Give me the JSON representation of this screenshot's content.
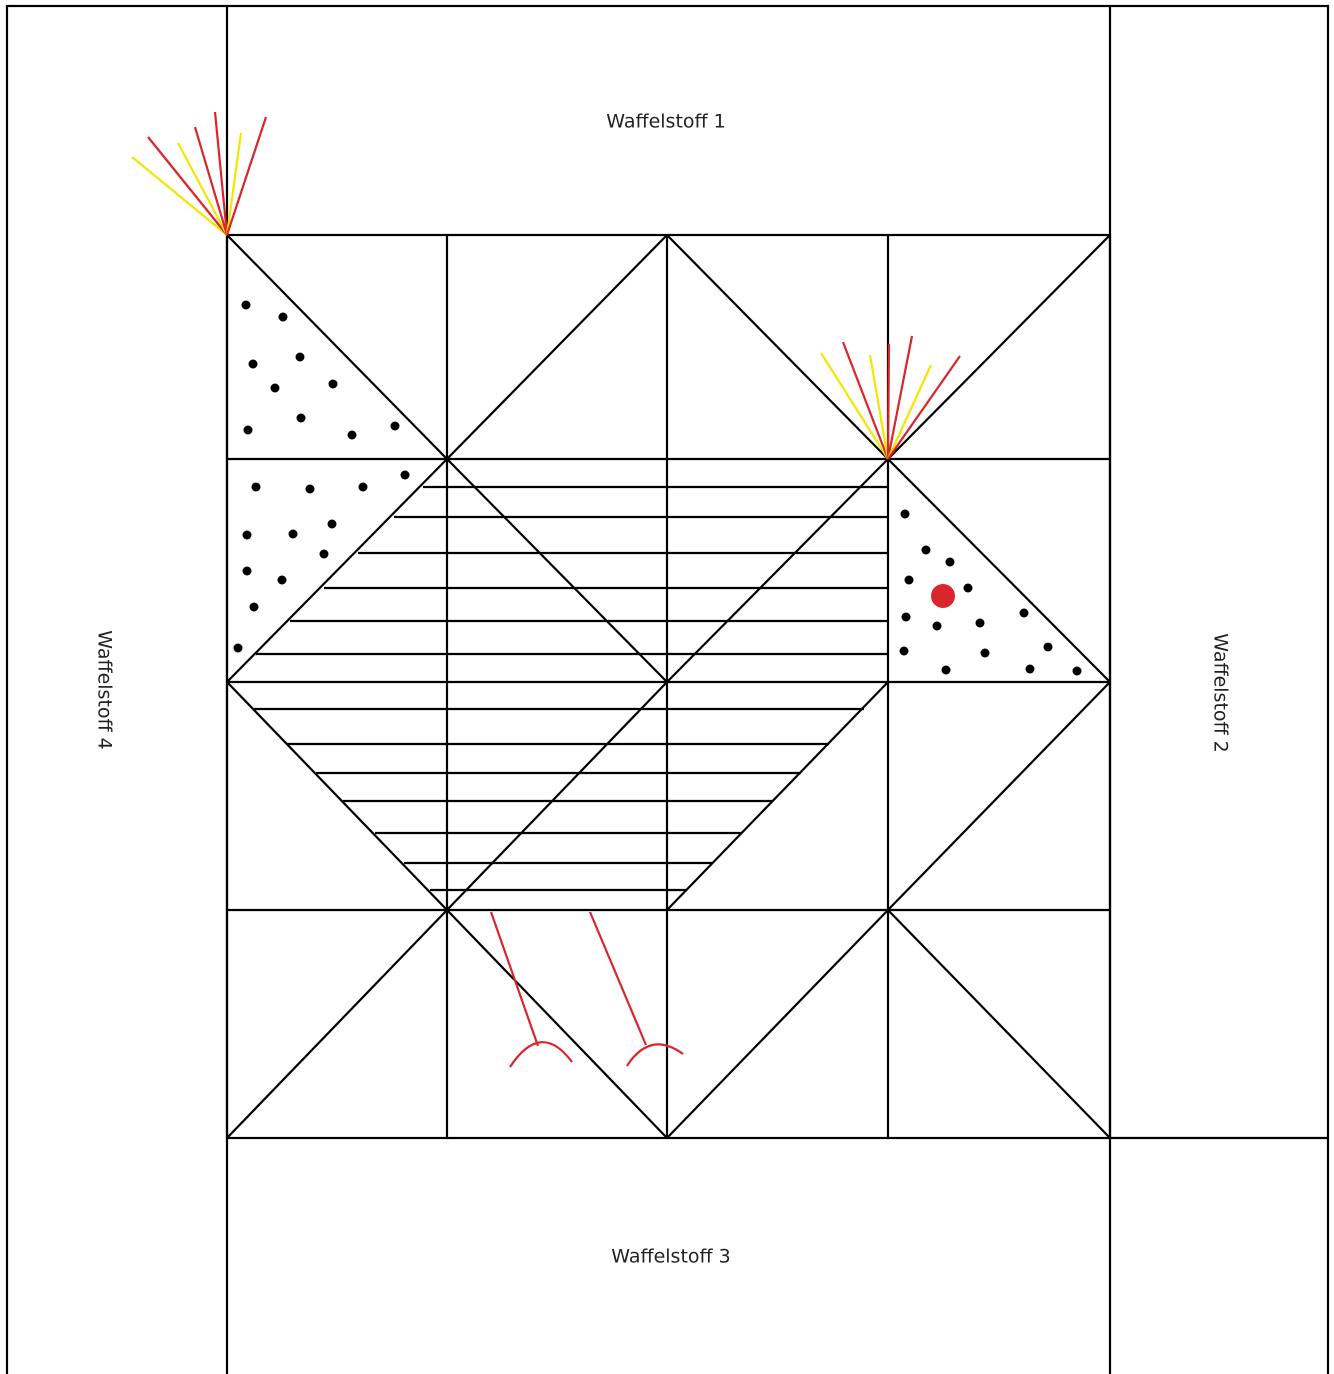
{
  "labels": {
    "top": "Waffelstoff 1",
    "right": "Waffelstoff 2",
    "bottom": "Waffelstoff 3",
    "left": "Waffelstoff 4"
  },
  "colors": {
    "line": "#000000",
    "red": "#d9262c",
    "yellow": "#f5e600",
    "background": "#ffffff"
  },
  "elements": {
    "outer_border": "rectangle",
    "quilt_grid": "4x4 squares with diagonals",
    "hatched_region": "horizontal-line hatching",
    "dotted_regions": "dot pattern",
    "eye": "red-dot",
    "feather_tufts": "red-yellow-lines",
    "legs": "red-lines"
  }
}
